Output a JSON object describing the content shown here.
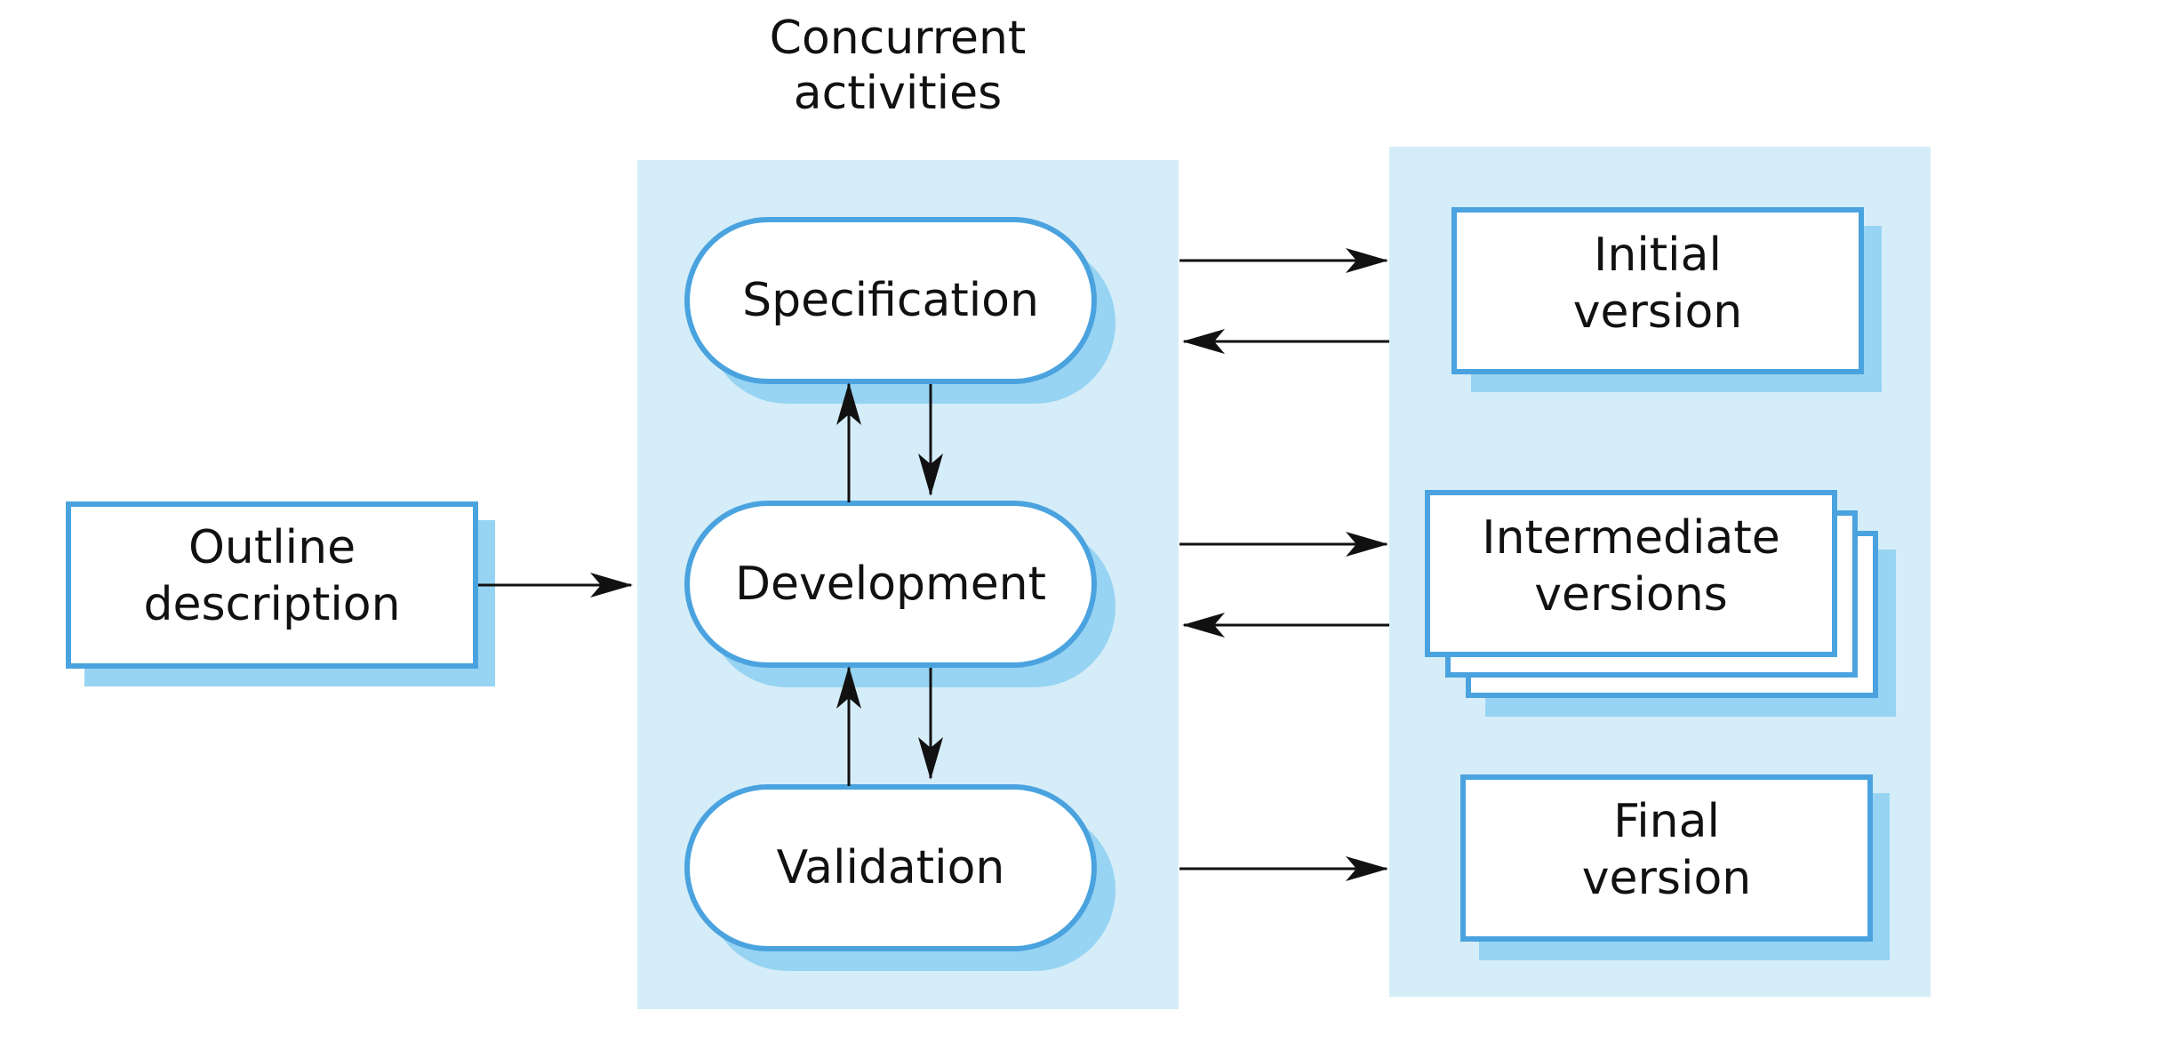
{
  "colors": {
    "panel": "#d5edf8",
    "shadow": "#97d3f2",
    "border": "#4aa3df",
    "box": "#ffffff",
    "arrow": "#111111"
  },
  "heading": {
    "line1": "Concurrent",
    "line2": "activities"
  },
  "outline": {
    "line1": "Outline",
    "line2": "description"
  },
  "activities": {
    "specification": "Specification",
    "development": "Development",
    "validation": "Validation"
  },
  "versions": {
    "initial": {
      "line1": "Initial",
      "line2": "version"
    },
    "intermediate": {
      "line1": "Intermediate",
      "line2": "versions"
    },
    "final": {
      "line1": "Final",
      "line2": "version"
    }
  }
}
